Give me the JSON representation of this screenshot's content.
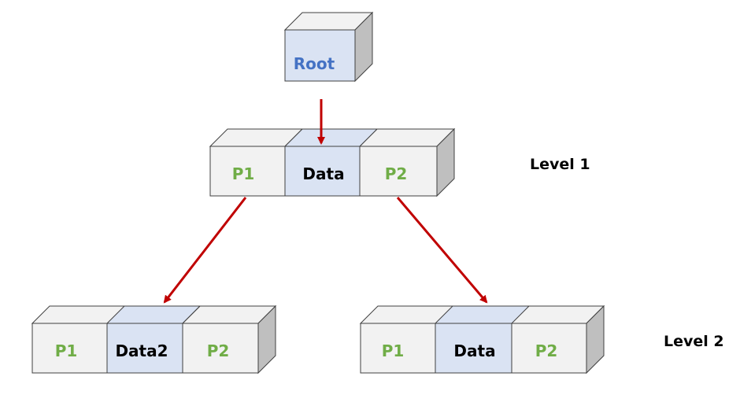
{
  "root": {
    "label": "Root"
  },
  "level1": {
    "label": "Level 1",
    "cells": [
      "P1",
      "Data",
      "P2"
    ]
  },
  "level2": {
    "label": "Level 2",
    "left_cells": [
      "P1",
      "Data2",
      "P2"
    ],
    "right_cells": [
      "P1",
      "Data",
      "P2"
    ]
  },
  "colors": {
    "pointer_text": "#70ad47",
    "root_text": "#4472c4",
    "arrow": "#c00000",
    "data_fill": "#dae3f3",
    "cell_fill": "#f2f2f2",
    "top_face": "#f2f2f2",
    "side_face": "#bfbfbf"
  }
}
